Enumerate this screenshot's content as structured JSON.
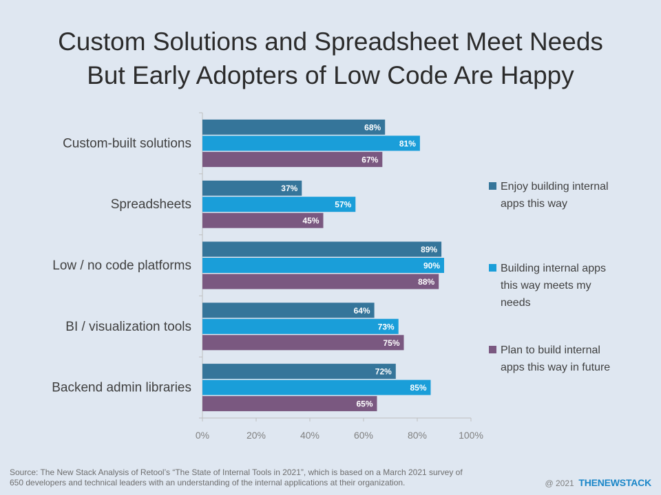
{
  "title": {
    "line1": "Custom Solutions and Spreadsheet Meet Needs",
    "line2": "But Early Adopters of Low Code Are Happy"
  },
  "chart_data": {
    "type": "bar",
    "orientation": "horizontal",
    "categories": [
      "Custom-built solutions",
      "Spreadsheets",
      "Low / no code platforms",
      "BI / visualization tools",
      "Backend admin libraries"
    ],
    "series": [
      {
        "name": "Enjoy building internal apps this way",
        "color": "#35759a",
        "values": [
          68,
          37,
          89,
          64,
          72
        ],
        "labels": [
          "68%",
          "37%",
          "89%",
          "64%",
          "72%"
        ]
      },
      {
        "name": "Building internal apps this way meets my needs",
        "color": "#1a9ed9",
        "values": [
          81,
          57,
          90,
          73,
          85
        ],
        "labels": [
          "81%",
          "57%",
          "90%",
          "73%",
          "85%"
        ]
      },
      {
        "name": "Plan to build internal apps this way in future",
        "color": "#7a5880",
        "values": [
          67,
          45,
          88,
          75,
          65
        ],
        "labels": [
          "67%",
          "45%",
          "88%",
          "75%",
          "65%"
        ]
      }
    ],
    "legend_lines": [
      [
        "Enjoy building internal",
        "apps this way"
      ],
      [
        "Building internal apps",
        "this way meets my",
        "needs"
      ],
      [
        "Plan to build internal",
        "apps this way in future"
      ]
    ],
    "xlim": [
      0,
      100
    ],
    "xticks": [
      0,
      20,
      40,
      60,
      80,
      100
    ],
    "xtick_labels": [
      "0%",
      "20%",
      "40%",
      "60%",
      "80%",
      "100%"
    ],
    "grid": false,
    "legend_position": "right"
  },
  "footer": {
    "source_line1": "Source: The New Stack Analysis of Retool’s “The State of Internal Tools in 2021”, which is based on a March 2021 survey of",
    "source_line2": "650 developers and technical leaders with an understanding of the internal applications at their organization.",
    "copyright": "@ 2021",
    "brand": "THENEWSTACK"
  }
}
